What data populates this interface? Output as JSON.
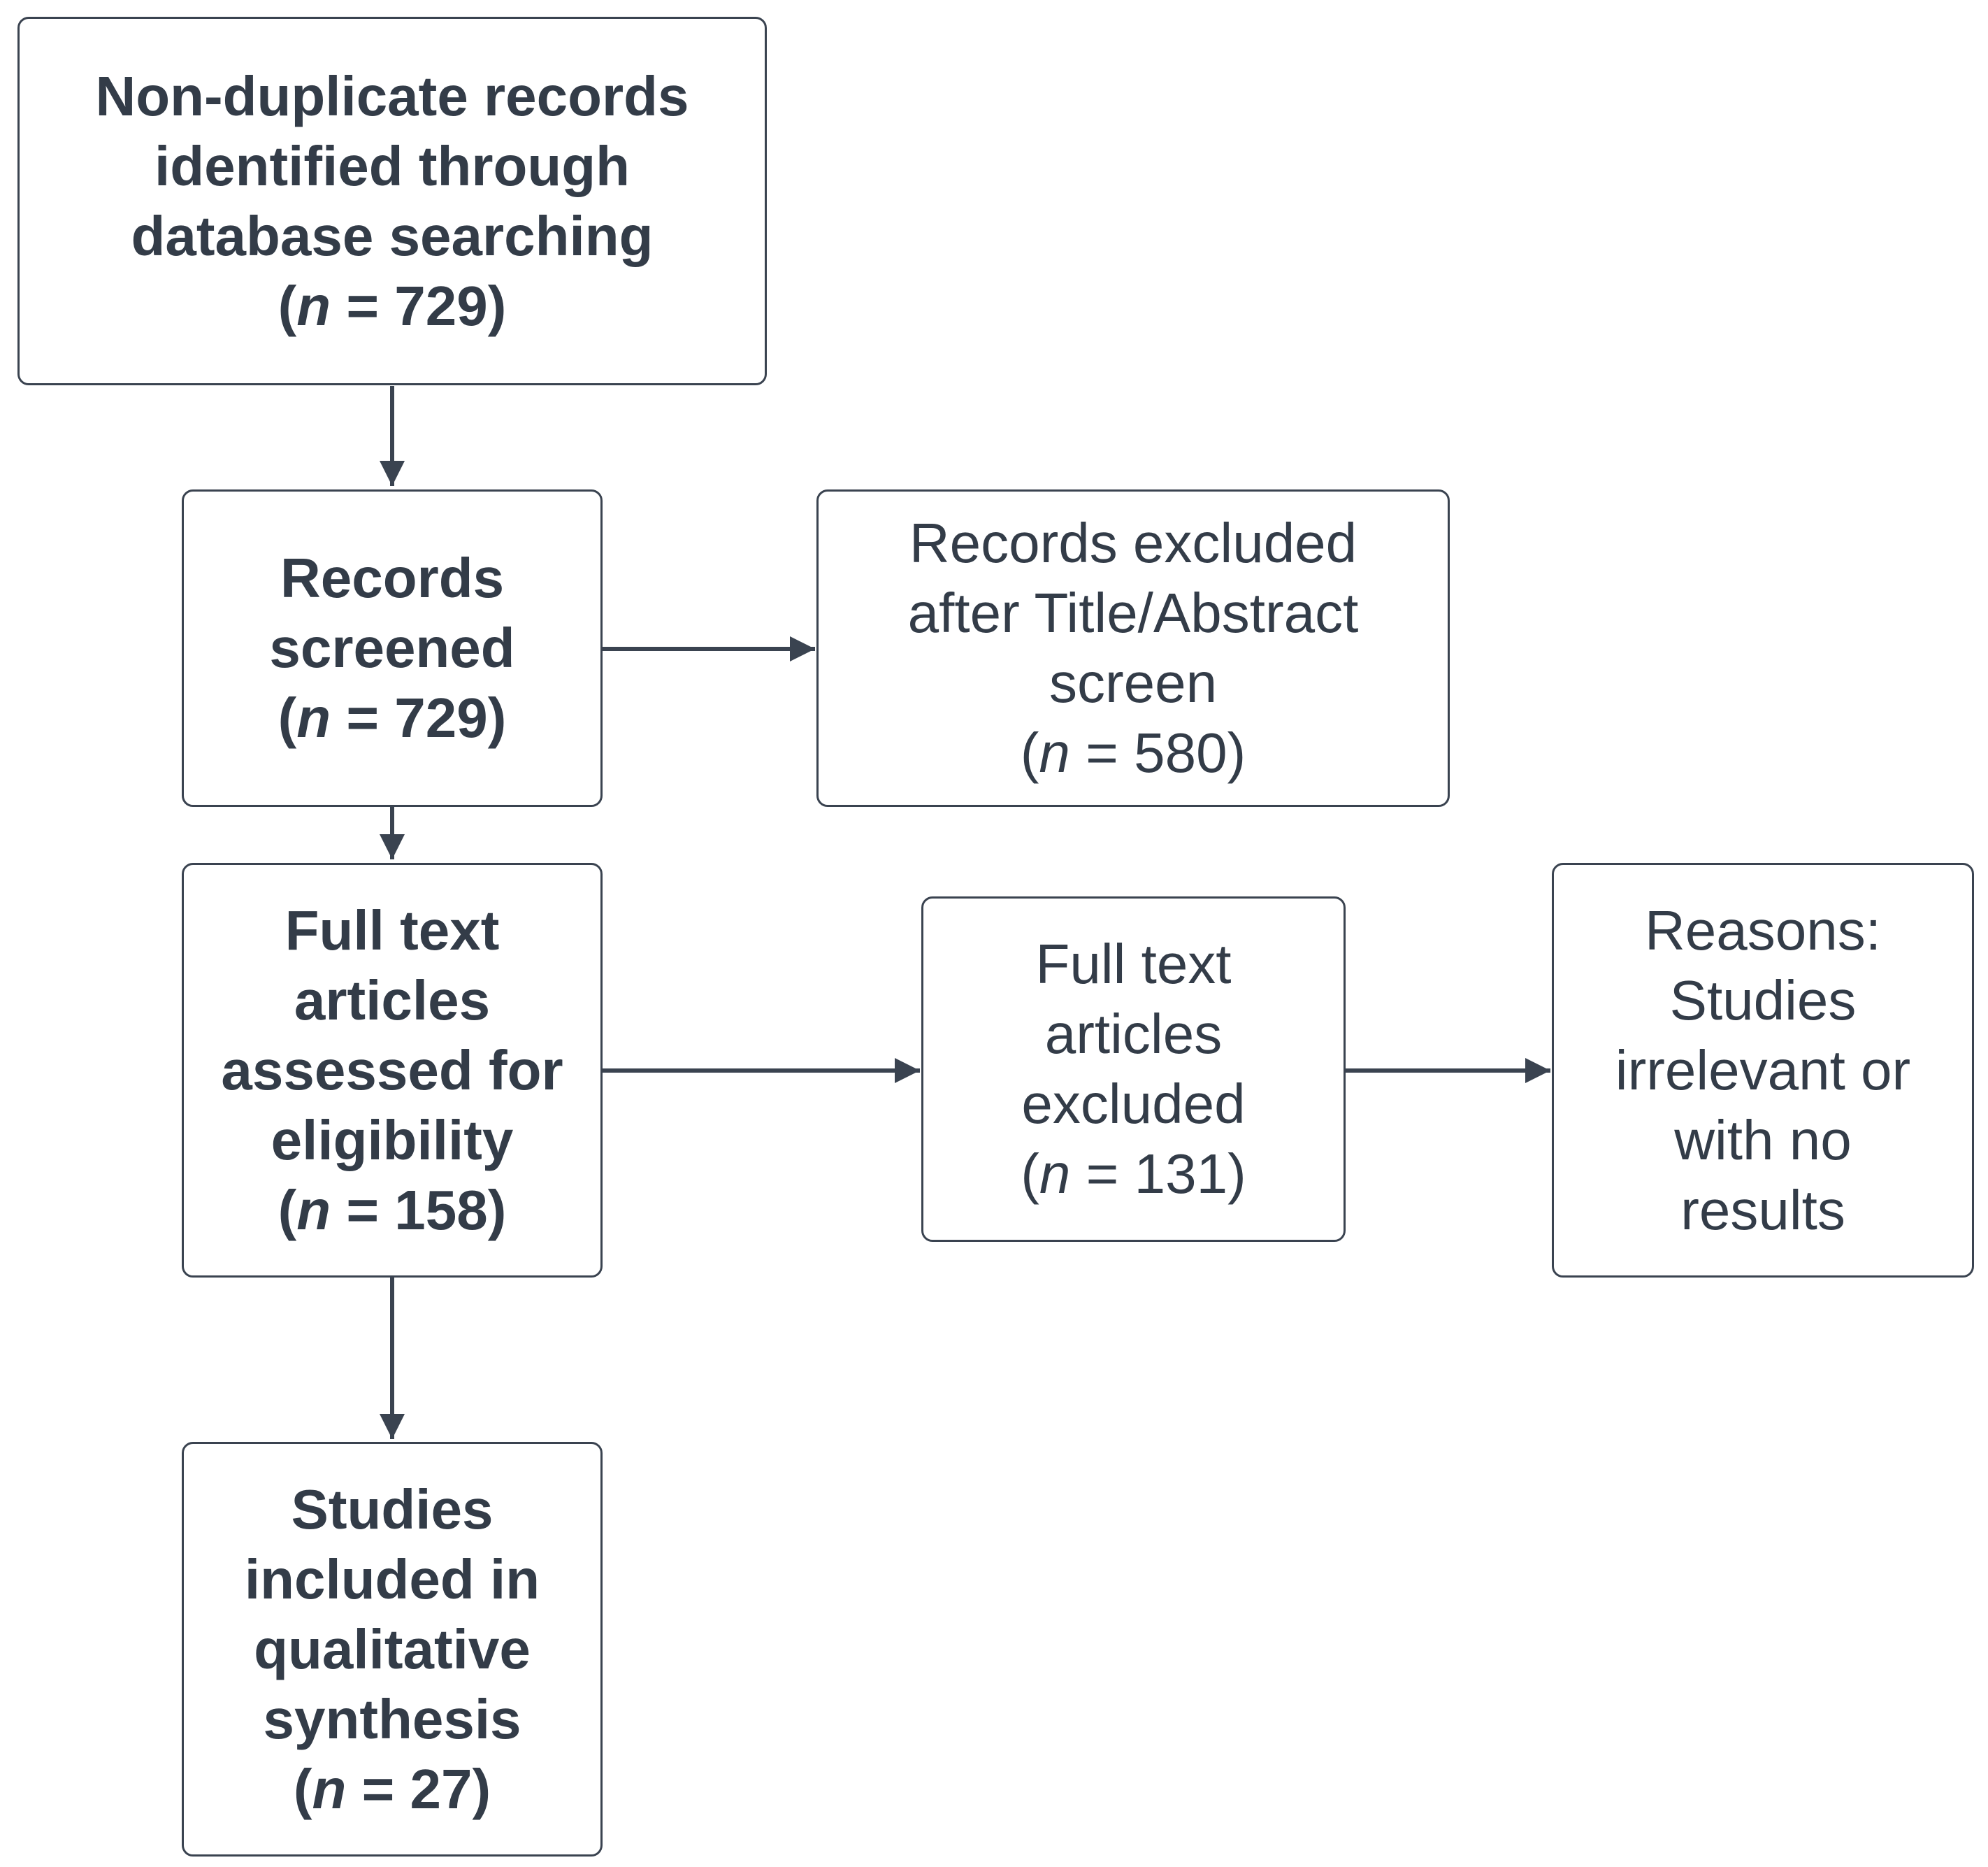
{
  "boxes": {
    "identified": {
      "lines": [
        "Non-duplicate records",
        "identified through",
        "database searching"
      ],
      "count_prefix": "(",
      "count_var": "n",
      "count_rest": " = 729)"
    },
    "screened": {
      "lines": [
        "Records",
        "screened"
      ],
      "count_prefix": "(",
      "count_var": "n",
      "count_rest": " = 729)"
    },
    "excluded_title_abstract": {
      "lines": [
        "Records excluded",
        "after Title/Abstract",
        "screen"
      ],
      "count_prefix": "(",
      "count_var": "n",
      "count_rest": " = 580)"
    },
    "full_text_assessed": {
      "lines": [
        "Full text",
        "articles",
        "assessed for",
        "eligibility"
      ],
      "count_prefix": "(",
      "count_var": "n",
      "count_rest": " = 158)"
    },
    "full_text_excluded": {
      "lines": [
        "Full text",
        "articles",
        "excluded"
      ],
      "count_prefix": "(",
      "count_var": "n",
      "count_rest": " = 131)"
    },
    "reasons": {
      "lines": [
        "Reasons:",
        "Studies",
        "irrelevant or",
        "with no",
        "results"
      ]
    },
    "included": {
      "lines": [
        "Studies",
        "included in",
        "qualitative",
        "synthesis"
      ],
      "count_prefix": "(",
      "count_var": "n",
      "count_rest": " = 27)"
    }
  },
  "colors": {
    "stroke": "#3a4350",
    "text": "#333c48"
  }
}
